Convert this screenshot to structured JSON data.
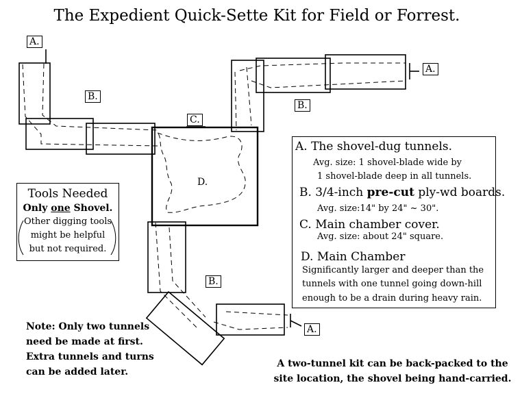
{
  "title": "The Expedient Quick-Sette Kit for Field or Forrest.",
  "labels": {
    "a_top_left": "A.",
    "a_top_right": "A.",
    "a_bottom_right": "A.",
    "b_left": "B.",
    "b_right": "B.",
    "b_bottom": "B.",
    "c": "C.",
    "d": "D."
  },
  "legend": {
    "a_head": "A. The shovel-dug tunnels.",
    "a_line1": "Avg. size: 1 shovel-blade wide by",
    "a_line2": "1 shovel-blade deep in all tunnels.",
    "b_head_pre": "B. 3/4-inch ",
    "b_head_bold": "pre-cut",
    "b_head_post": " ply-wd boards.",
    "b_line1": "Avg. size:14\" by 24\" ~ 30\".",
    "c_head": "C. Main chamber cover.",
    "c_line1": "Avg. size: about 24\" square.",
    "d_head": "D. Main Chamber",
    "d_line1": "Significantly larger and deeper than the",
    "d_line2": "tunnels with one tunnel going down-hill",
    "d_line3": "enough to be a drain during heavy rain."
  },
  "tools": {
    "heading": "Tools Needed",
    "line1_pre": "Only ",
    "line1_under": "one",
    "line1_post": " Shovel.",
    "line2": "Other digging tools",
    "line3": "might be helpful",
    "line4": "but not required."
  },
  "note": {
    "line1": "Note: Only two tunnels",
    "line2": "need be made at first.",
    "line3": "Extra tunnels and turns",
    "line4": "can be added later."
  },
  "footer": {
    "line1": "A two-tunnel kit can be back-packed to the",
    "line2": "site location, the shovel being hand-carried."
  }
}
